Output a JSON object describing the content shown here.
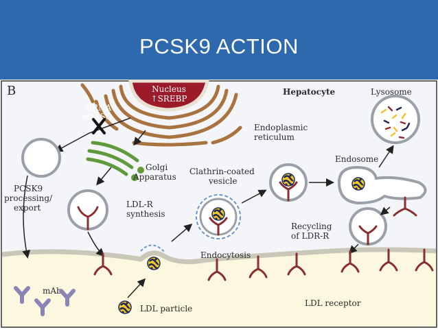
{
  "slide": {
    "title": "PCSK9 ACTION"
  },
  "diagram": {
    "panel_letter": "B",
    "labels": {
      "nucleus": "Nucleus",
      "srebp": "↑SREBP",
      "sirna_line1": "siRNA",
      "sirna_line2": "or ASO",
      "hepatocyte": "Hepatocyte",
      "lysosome": "Lysosome",
      "er_line1": "Endoplasmic",
      "er_line2": "reticulum",
      "endosome": "Endosome",
      "golgi_line1": "Golgi",
      "golgi_line2": "Apparatus",
      "clathrin_line1": "Clathrin-coated",
      "clathrin_line2": "vesicle",
      "pcsk9_line1": "PCSK9",
      "pcsk9_line2": "processing/",
      "pcsk9_line3": "export",
      "ldlr_line1": "LDL-R",
      "ldlr_line2": "synthesis",
      "recycling_line1": "Recycling",
      "recycling_line2": "of LDR-R",
      "endocytosis": "Endocytosis",
      "mab": "mAb",
      "ldl_particle": "LDL particle",
      "ldl_receptor": "LDL receptor"
    },
    "colors": {
      "title_bar": "#2e69ad",
      "cytoplasm": "#f3f5f8",
      "extracellular": "#fbf8df",
      "nucleus": "#9b1b2a",
      "er": "#a8733f",
      "golgi": "#5f9b3c",
      "receptor": "#8a2f2f",
      "pcsk9": "#c5a572",
      "clathrin": "#6a95c9",
      "ldl_yellow": "#f2c530",
      "ldl_navy": "#1e2a55",
      "antibody": "#8a85b5"
    }
  }
}
